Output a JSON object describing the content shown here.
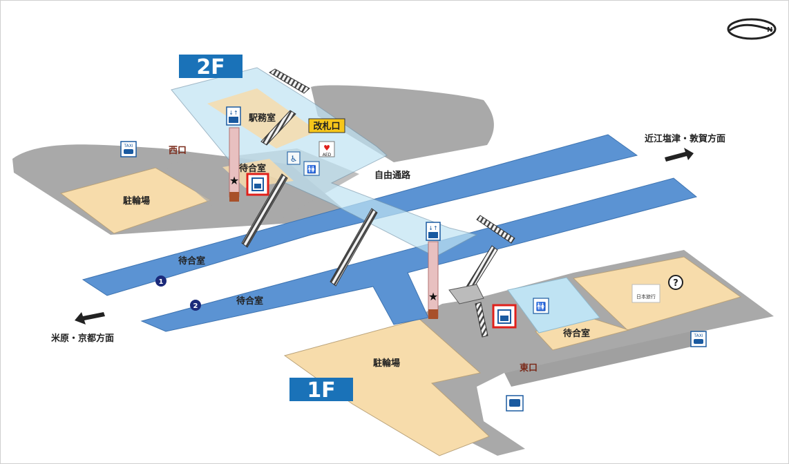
{
  "floors": {
    "upper": "2F",
    "lower": "1F"
  },
  "labels": {
    "station_office": "駅務室",
    "ticket_gate": "改札口",
    "west_exit": "西口",
    "east_exit": "東口",
    "waiting_room_2f": "待合室",
    "waiting_room_p1": "待合室",
    "waiting_room_p2": "待合室",
    "waiting_room_east": "待合室",
    "bicycle_parking_west": "駐輪場",
    "bicycle_parking_east": "駐輪場",
    "free_passage": "自由通路",
    "direction_north": "近江塩津・敦賀方面",
    "direction_south": "米原・京都方面",
    "aed": "AED",
    "taxi": "TAXI",
    "platform_1": "1",
    "platform_2": "2",
    "travel_agency": "日本旅行",
    "info": "?",
    "compass": "N"
  },
  "colors": {
    "platform": "#5b93d3",
    "passage": "#bfe3f3",
    "building": "#f7dcab",
    "ground": "#a9a9a9",
    "floor_badge": "#1a72b8",
    "highlight": "#e0201a"
  }
}
